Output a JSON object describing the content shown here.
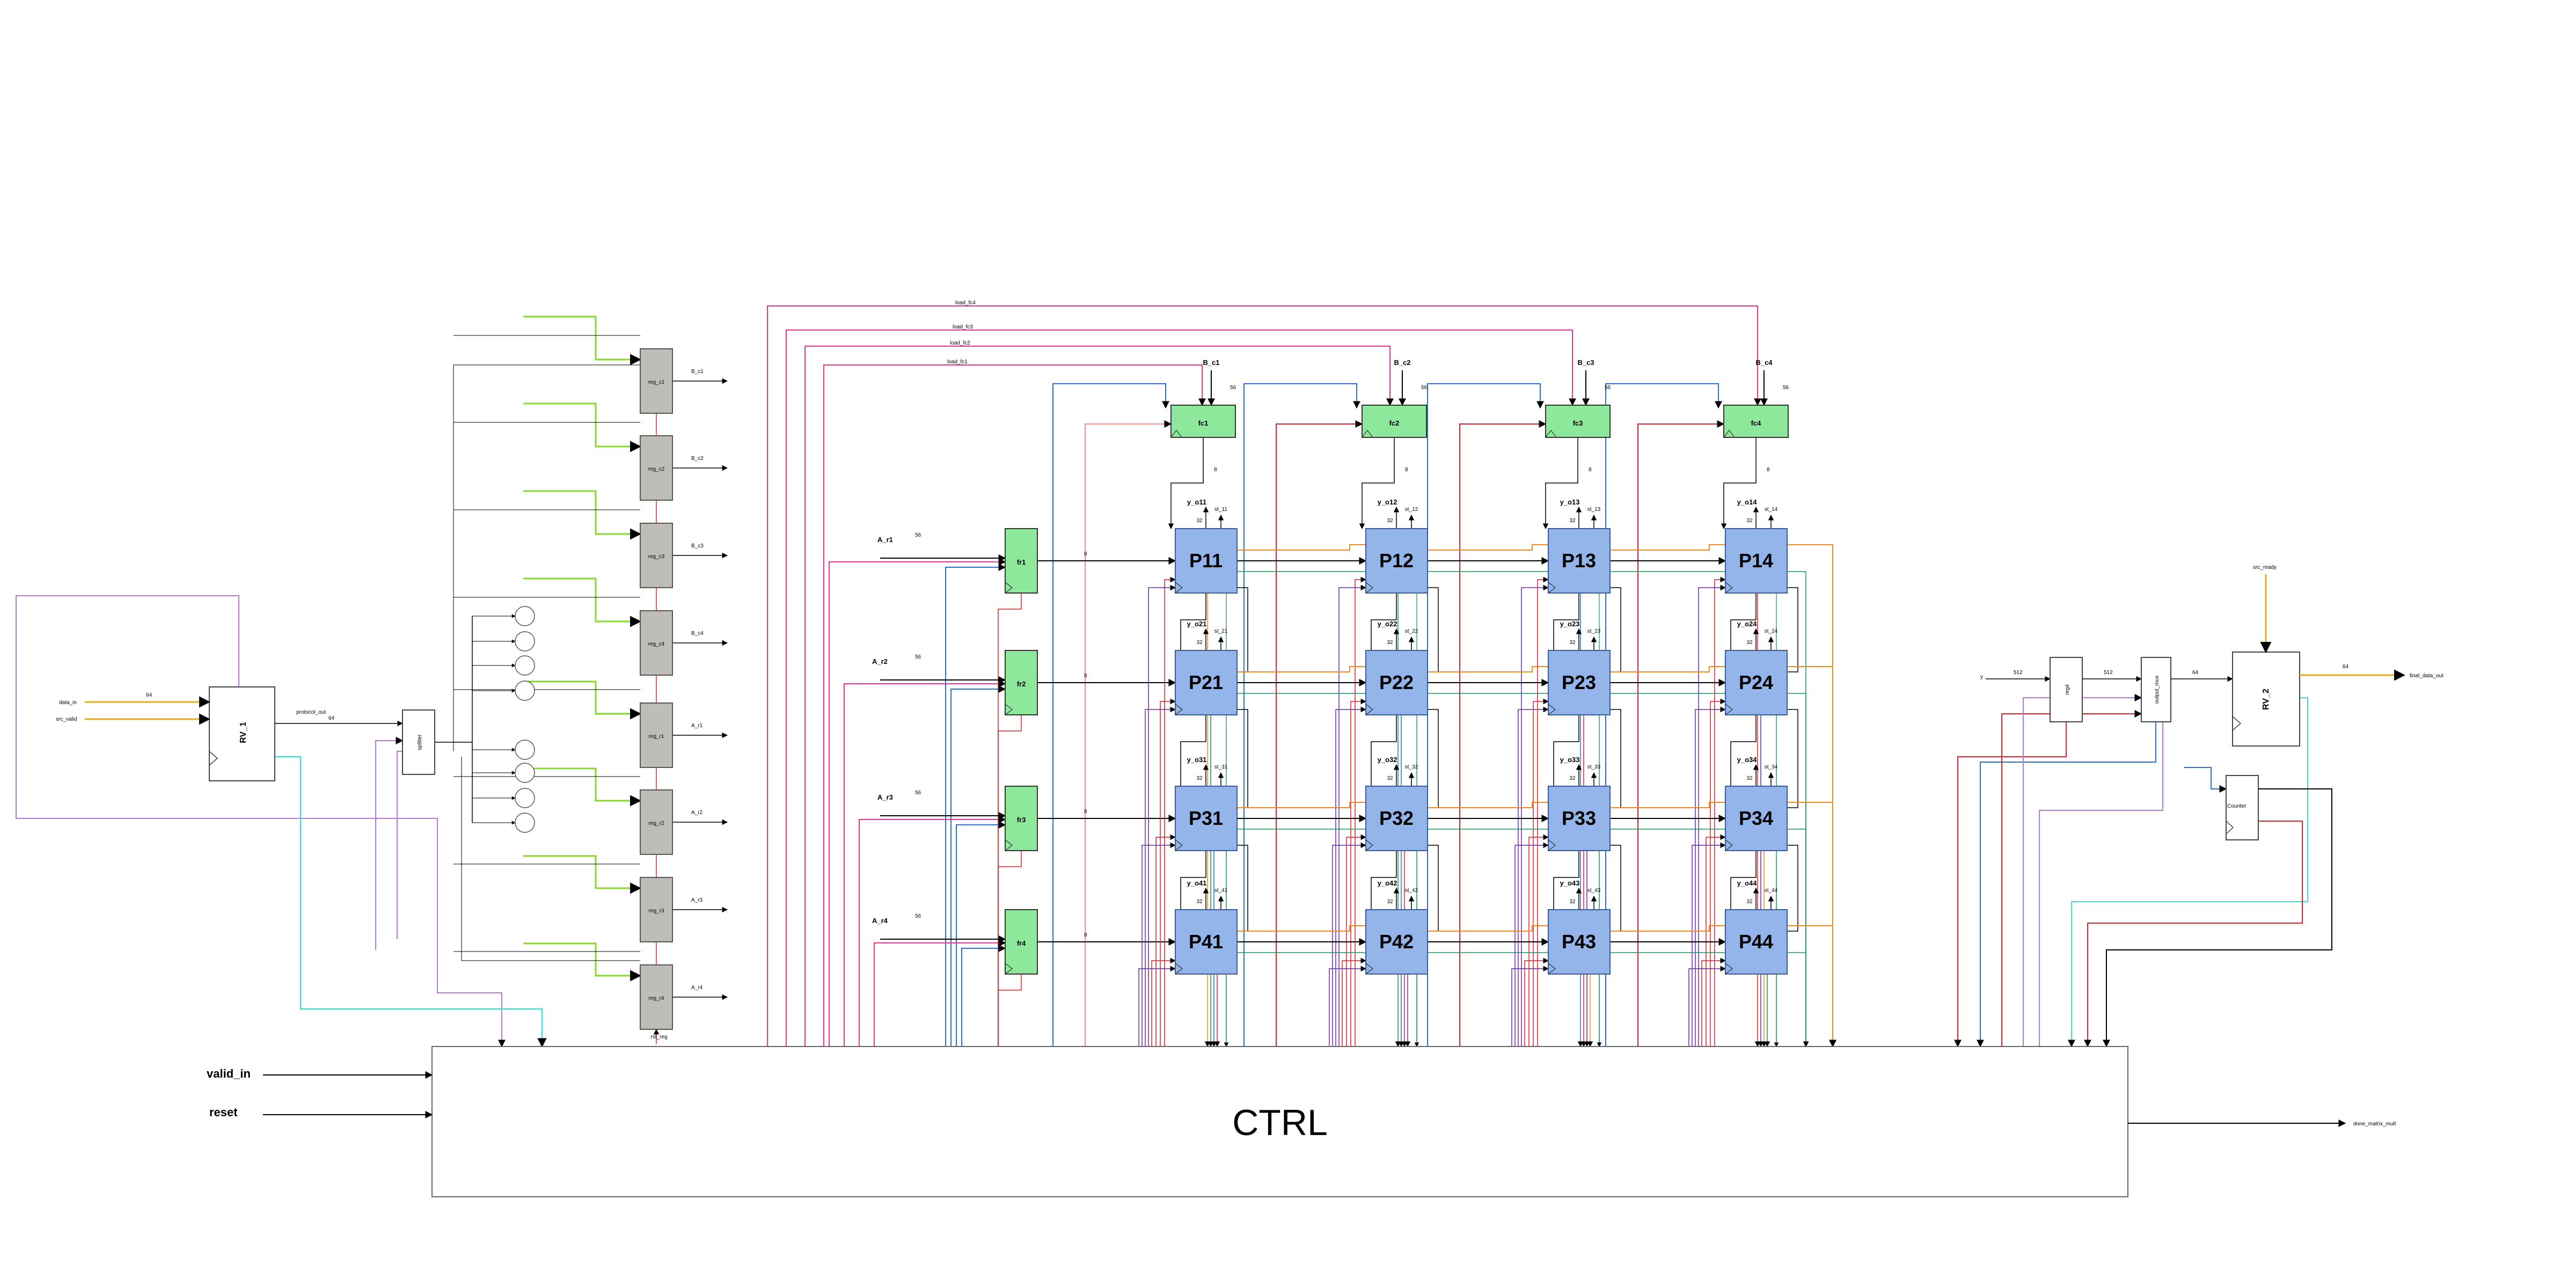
{
  "colors": {
    "pe_fill": "#93b5ea",
    "fifo_fill": "#8ee89c",
    "reg_fill": "#bfbdb8",
    "ctrl_stroke": "#666666",
    "wire_black": "#000000",
    "wire_pink": "#e6358f",
    "wire_red": "#e0202a",
    "wire_blue": "#2a6fd1",
    "wire_orange": "#f08a1c",
    "wire_green": "#14975a",
    "wire_lime": "#86d92a",
    "wire_purple": "#b57ad8",
    "wire_cyan": "#3fe0d0",
    "wire_yellow": "#e8a91a",
    "wire_violet": "#6a2aa8"
  },
  "ctrl": {
    "label": "CTRL"
  },
  "inputs": {
    "valid_in": "valid_in",
    "reset": "reset"
  },
  "outputs": {
    "done": "done_matrix_mult",
    "final": "final_data_out"
  },
  "rv1": {
    "label": "RV_1",
    "data_in": "data_in",
    "src_valid": "src_valid",
    "bus_width": "64",
    "protocol_out": "protocol_out"
  },
  "splitter": {
    "label": "splitter"
  },
  "rv2": {
    "label": "RV_2",
    "src_ready": "src_ready",
    "bus_width": "64"
  },
  "out_side": {
    "y_label": "y",
    "w512a": "512",
    "w512b": "512",
    "w64": "64",
    "reg_label": "reg4",
    "mux_label": "output_mux",
    "counter_label": "Counter"
  },
  "fc_blocks": [
    {
      "label": "fc1",
      "bc": "B_c1"
    },
    {
      "label": "fc2",
      "bc": "B_c2"
    },
    {
      "label": "fc3",
      "bc": "B_c3"
    },
    {
      "label": "fc4",
      "bc": "B_c4"
    }
  ],
  "fr_blocks": [
    {
      "label": "fr1",
      "ar": "A_r1"
    },
    {
      "label": "fr2",
      "ar": "A_r2"
    },
    {
      "label": "fr3",
      "ar": "A_r3"
    },
    {
      "label": "fr4",
      "ar": "A_r4"
    }
  ],
  "bus_width_56": "56",
  "bus_width_8": "8",
  "bus_width_32": "32",
  "pe_grid": [
    [
      {
        "label": "P11",
        "y": "y_o11",
        "st": "st_11"
      },
      {
        "label": "P12",
        "y": "y_o12",
        "st": "st_12"
      },
      {
        "label": "P13",
        "y": "y_o13",
        "st": "st_13"
      },
      {
        "label": "P14",
        "y": "y_o14",
        "st": "st_14"
      }
    ],
    [
      {
        "label": "P21",
        "y": "y_o21",
        "st": "st_21"
      },
      {
        "label": "P22",
        "y": "y_o22",
        "st": "st_22"
      },
      {
        "label": "P23",
        "y": "y_o23",
        "st": "st_23"
      },
      {
        "label": "P24",
        "y": "y_o24",
        "st": "st_24"
      }
    ],
    [
      {
        "label": "P31",
        "y": "y_o31",
        "st": "st_31"
      },
      {
        "label": "P32",
        "y": "y_o32",
        "st": "st_32"
      },
      {
        "label": "P33",
        "y": "y_o33",
        "st": "st_33"
      },
      {
        "label": "P34",
        "y": "y_o34",
        "st": "st_34"
      }
    ],
    [
      {
        "label": "P41",
        "y": "y_o41",
        "st": "st_41"
      },
      {
        "label": "P42",
        "y": "y_o42",
        "st": "st_42"
      },
      {
        "label": "P43",
        "y": "y_o43",
        "st": "st_43"
      },
      {
        "label": "P44",
        "y": "y_o44",
        "st": "st_44"
      }
    ]
  ],
  "regs": [
    {
      "label": "reg_c1",
      "out": "B_c1"
    },
    {
      "label": "reg_c2",
      "out": "B_c2"
    },
    {
      "label": "reg_c3",
      "out": "B_c3"
    },
    {
      "label": "reg_c4",
      "out": "B_c4"
    },
    {
      "label": "reg_r1",
      "out": "A_r1"
    },
    {
      "label": "reg_r2",
      "out": "A_r2"
    },
    {
      "label": "reg_r3",
      "out": "A_r3"
    },
    {
      "label": "reg_r4",
      "out": "A_r4"
    }
  ],
  "load_fc": [
    "load_fc1",
    "load_fc2",
    "load_fc3",
    "load_fc4"
  ],
  "rst_labels": [
    "rst_reg"
  ]
}
